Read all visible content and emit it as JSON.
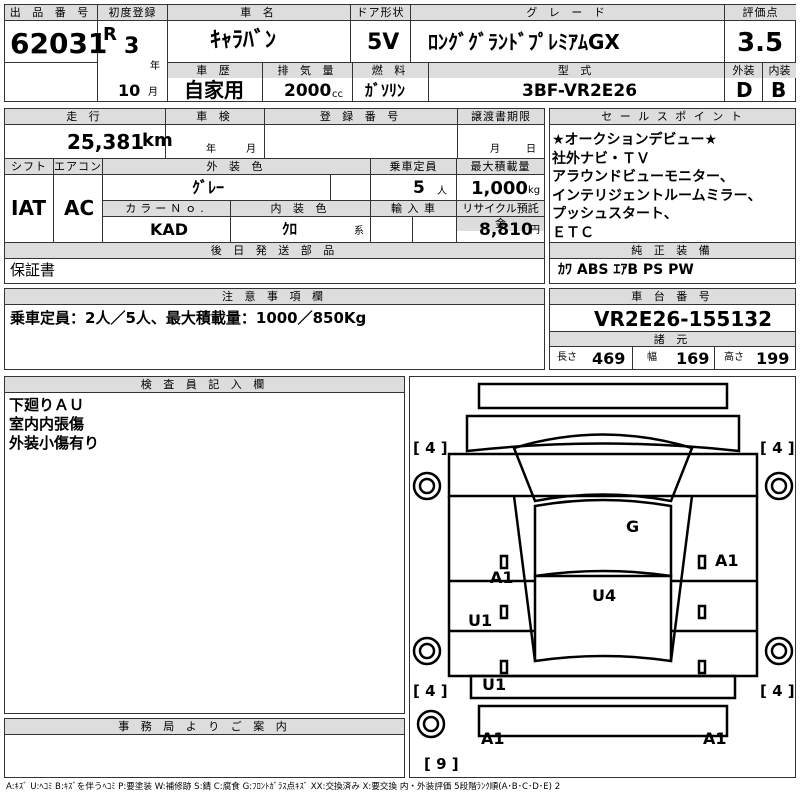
{
  "header": {
    "lot_label": "出 品 番 号",
    "lot_no": "62031",
    "first_reg_label": "初度登録",
    "era": "R",
    "year": "3",
    "year_unit": "年",
    "month": "10",
    "month_unit": "月",
    "name_label": "車 名",
    "name": "ｷｬﾗﾊﾞﾝ",
    "door_label": "ドア形状",
    "door": "5V",
    "grade_label": "グ レ ー ド",
    "grade": "ﾛﾝｸﾞｸﾞﾗﾝﾄﾞﾌﾟﾚﾐｱﾑGX",
    "score_label": "評価点",
    "score": "3.5",
    "history_label": "車 歴",
    "history": "自家用",
    "disp_label": "排 気 量",
    "disp": "2000",
    "disp_unit": "cc",
    "fuel_label": "燃 料",
    "fuel": "ｶﾞｿﾘﾝ",
    "model_label": "型 式",
    "model": "3BF-VR2E26",
    "ext_label": "外装",
    "ext": "D",
    "int_label": "内装",
    "int": "B"
  },
  "row2": {
    "mileage_label": "走 行",
    "mileage": "25,381",
    "mileage_unit": "km",
    "inspect_label": "車 検",
    "inspect_y": "年",
    "inspect_m": "月",
    "regno_label": "登 録 番 号",
    "deadline_label": "譲渡書期限",
    "deadline_m": "月",
    "deadline_d": "日",
    "shift_label": "シフト",
    "shift": "IAT",
    "ac_label": "エアコン",
    "ac": "AC",
    "color_label": "外 装 色",
    "color": "ｸﾞﾚｰ",
    "cap_label": "乗車定員",
    "cap": "5",
    "cap_unit": "人",
    "load_label": "最大積載量",
    "load": "1,000",
    "load_unit": "kg",
    "colorno_label": "カラーＮｏ.",
    "colorno": "KAD",
    "intcolor_label": "内 装 色",
    "intcolor": "ｸﾛ",
    "intcolor_unit": "系",
    "import_label": "輸 入 車",
    "recycle_label": "リサイクル預託金",
    "recycle": "8,810",
    "recycle_unit": "円",
    "later_label": "後 日 発 送 部 品",
    "later": "保証書"
  },
  "sales": {
    "label": "セ ー ル ス ポ イ ン ト",
    "lines": [
      "★オークションデビュー★",
      "社外ナビ・ＴＶ",
      "アラウンドビューモニター、",
      "インテリジェントルームミラー、",
      "プッシュスタート、",
      "ＥＴＣ"
    ]
  },
  "equip": {
    "label": "純 正 装 備",
    "value": "ｶﾜ ABS ｴｱB PS PW"
  },
  "notes": {
    "label": "注 意 事 項 欄",
    "value": "乗車定員：2人／5人、最大積載量：1000／850Kg"
  },
  "chassis": {
    "label": "車 台 番 号",
    "value": "VR2E26-155132",
    "spec_label": "諸 元",
    "len_label": "長さ",
    "len": "469",
    "wid_label": "幅",
    "wid": "169",
    "hgt_label": "高さ",
    "hgt": "199"
  },
  "inspector": {
    "label": "検 査 員 記 入 欄",
    "lines": [
      "下廻りＡＵ",
      "室内内張傷",
      "外装小傷有り"
    ]
  },
  "office": {
    "label": "事 務 局 よ り ご 案 内"
  },
  "diagram": {
    "tire_fl": "4",
    "tire_fr": "4",
    "tire_rl": "4",
    "tire_rr": "4",
    "spare": "9",
    "marks": [
      "G",
      "A1",
      "A1",
      "U4",
      "U1",
      "U1",
      "A1",
      "A1"
    ]
  },
  "legend": "A:ｷｽﾞ U:ﾍｺﾐ B:ｷｽﾞを伴うﾍｺﾐ P:要塗装 W:補修跡 S:錆 C:腐食 G:ﾌﾛﾝﾄｶﾞﾗｽ点ｷｽﾞ XX:交換済み X:要交換 内・外装評価 5段階ﾗﾝｸ順(A･B･C･D･E) 2"
}
